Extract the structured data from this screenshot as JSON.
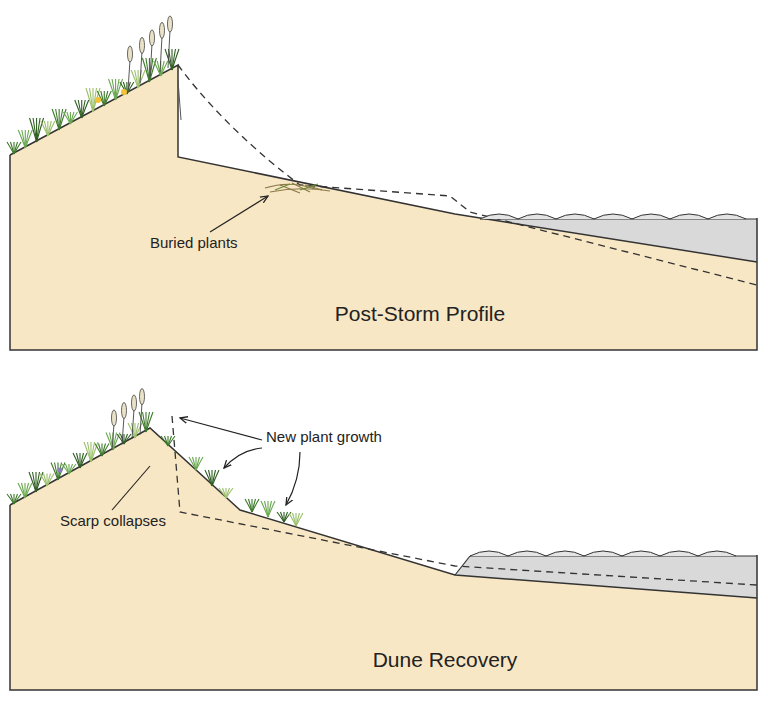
{
  "diagram": {
    "labels": [
      "Buried plants",
      "Post-Storm Profile",
      "New plant growth",
      "Scarp collapses",
      "Dune Recovery"
    ]
  }
}
